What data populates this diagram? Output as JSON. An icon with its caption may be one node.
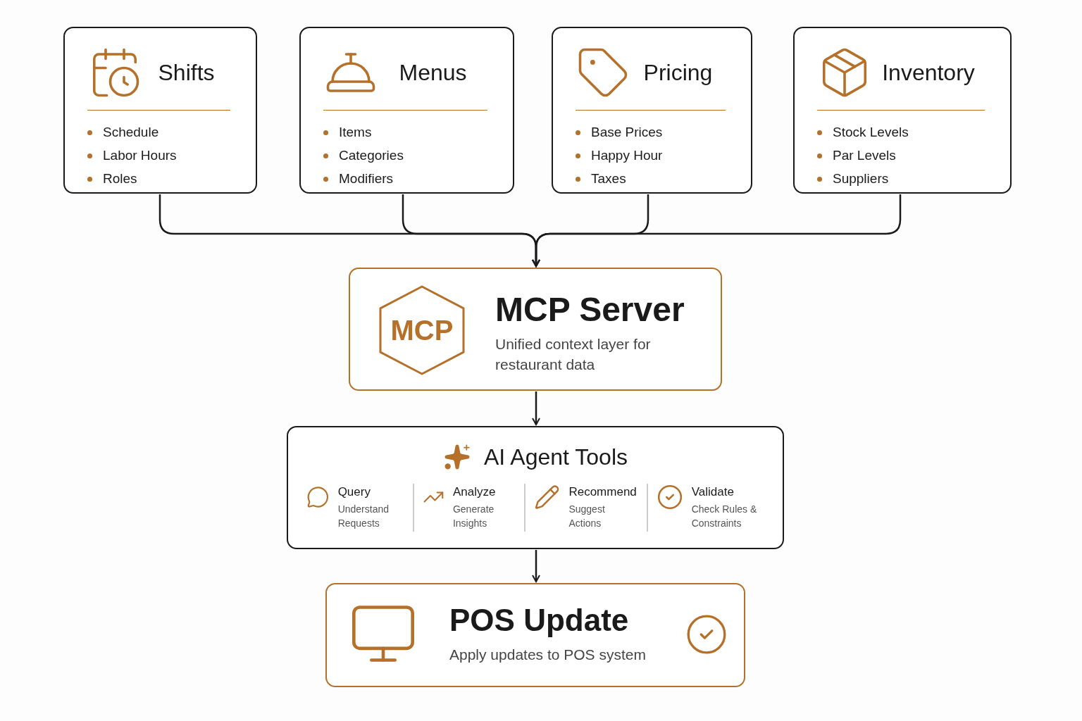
{
  "diagram": {
    "nodes": [
      {
        "text": [
          "Shifts",
          "Schedule",
          "Labor Hours",
          "Roles"
        ]
      },
      {
        "text": [
          "Menus",
          "Items",
          "Categories",
          "Modifiers"
        ]
      },
      {
        "text": [
          "Pricing",
          "Base Prices",
          "Happy Hour",
          "Taxes"
        ]
      },
      {
        "text": [
          "Inventory",
          "Stock Levels",
          "Par Levels",
          "Suppliers"
        ]
      },
      {
        "text": [
          "MCP Server",
          "Unified context layer for restaurant data"
        ]
      },
      {
        "text": [
          "MCP"
        ],
        "in": 4
      },
      {
        "text": [
          "AI Agent Tools",
          "Query",
          "Understand Requests",
          "Analyze",
          "Generate Insights",
          "Recommend",
          "Suggest Actions",
          "Validate",
          "Check Rules & Constraints"
        ]
      },
      {
        "text": [
          "POS Update",
          "Apply updates to POS system"
        ]
      }
    ],
    "edges": [
      {
        "from": 0,
        "to": 4,
        "arrow": "to"
      },
      {
        "from": 1,
        "to": 4,
        "arrow": "to"
      },
      {
        "from": 2,
        "to": 4,
        "arrow": "to"
      },
      {
        "from": 3,
        "to": 4,
        "arrow": "to"
      },
      {
        "from": 4,
        "to": 6,
        "arrow": "to"
      },
      {
        "from": 6,
        "to": 7,
        "arrow": "to"
      }
    ]
  }
}
